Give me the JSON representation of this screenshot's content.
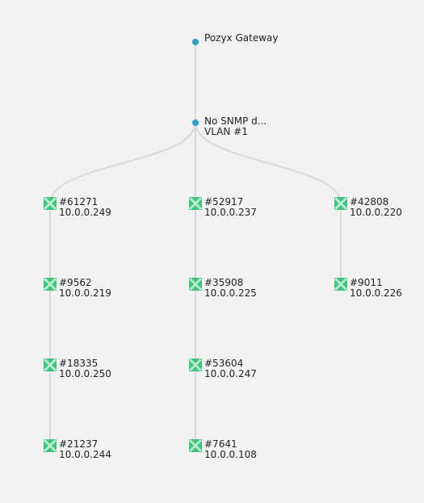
{
  "colors": {
    "background": "#f2f2f2",
    "link": "#d9d9d9",
    "gateway_dot": "#2aa3c4",
    "device_icon": "#43c27f",
    "device_icon_cross": "#b8ecd0"
  },
  "tree": {
    "root": {
      "id": "gateway",
      "icon": "dot",
      "line1": "Pozyx Gateway",
      "line2": ""
    },
    "switch": {
      "id": "switch",
      "icon": "dot",
      "line1": "No SNMP d...",
      "line2": "VLAN #1"
    },
    "columns": [
      [
        {
          "id": "61271",
          "icon": "device-x-icon",
          "line1": "#61271",
          "line2": "10.0.0.249"
        },
        {
          "id": "9562",
          "icon": "device-x-icon",
          "line1": "#9562",
          "line2": "10.0.0.219"
        },
        {
          "id": "18335",
          "icon": "device-x-icon",
          "line1": "#18335",
          "line2": "10.0.0.250"
        },
        {
          "id": "21237",
          "icon": "device-x-icon",
          "line1": "#21237",
          "line2": "10.0.0.244"
        }
      ],
      [
        {
          "id": "52917",
          "icon": "device-x-icon",
          "line1": "#52917",
          "line2": "10.0.0.237"
        },
        {
          "id": "35908",
          "icon": "device-x-icon",
          "line1": "#35908",
          "line2": "10.0.0.225"
        },
        {
          "id": "53604",
          "icon": "device-x-icon",
          "line1": "#53604",
          "line2": "10.0.0.247"
        },
        {
          "id": "7641",
          "icon": "device-x-icon",
          "line1": "#7641",
          "line2": "10.0.0.108"
        }
      ],
      [
        {
          "id": "42808",
          "icon": "device-x-icon",
          "line1": "#42808",
          "line2": "10.0.0.220"
        },
        {
          "id": "9011",
          "icon": "device-x-icon",
          "line1": "#9011",
          "line2": "10.0.0.226"
        }
      ]
    ]
  }
}
